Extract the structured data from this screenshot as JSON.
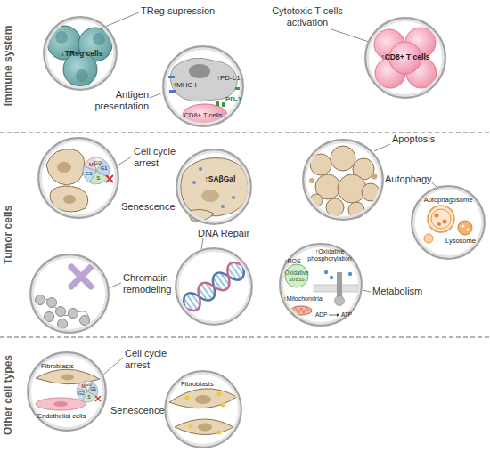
{
  "diagram": {
    "nodes": [
      {
        "text": [
          "Immune system"
        ]
      },
      {
        "text": [
          "TReg supression",
          "↓TReg cells"
        ],
        "in": 0
      },
      {
        "text": [
          "Antigen presentation",
          "↑MHC I",
          "↑PD-L1",
          "PD-1",
          "CD8+ T cells"
        ],
        "in": 0
      },
      {
        "text": [
          "Cytotoxic T cells activation",
          "↑CD8+ T cells"
        ],
        "in": 0
      },
      {
        "text": [
          "Tumor cells"
        ]
      },
      {
        "text": [
          "Cell cycle arrest",
          "G0",
          "G1",
          "S",
          "G2",
          "M"
        ],
        "in": 4
      },
      {
        "text": [
          "Senescence",
          "↑SAβGal"
        ],
        "in": 4
      },
      {
        "text": [
          "Apoptosis"
        ],
        "in": 4
      },
      {
        "text": [
          "Autophagy",
          "Autophagosome",
          "Lysosome"
        ],
        "in": 4
      },
      {
        "text": [
          "Chromatin remodeling"
        ],
        "in": 4
      },
      {
        "text": [
          "DNA Repair"
        ],
        "in": 4
      },
      {
        "text": [
          "Metabolism",
          "↑Oxidative phosphorylation",
          "↑ROS",
          "Oxidative stress",
          "↑Mitochondria",
          "ADP",
          "ATP"
        ],
        "in": 4
      },
      {
        "text": [
          "Other cell types"
        ]
      },
      {
        "text": [
          "Cell cycle arrest",
          "Fibroblasts",
          "Endothelial cells",
          "G0",
          "G1",
          "S",
          "G2",
          "M"
        ],
        "in": 12
      },
      {
        "text": [
          "Senescence",
          "Fibroblasts"
        ],
        "in": 12
      }
    ]
  }
}
